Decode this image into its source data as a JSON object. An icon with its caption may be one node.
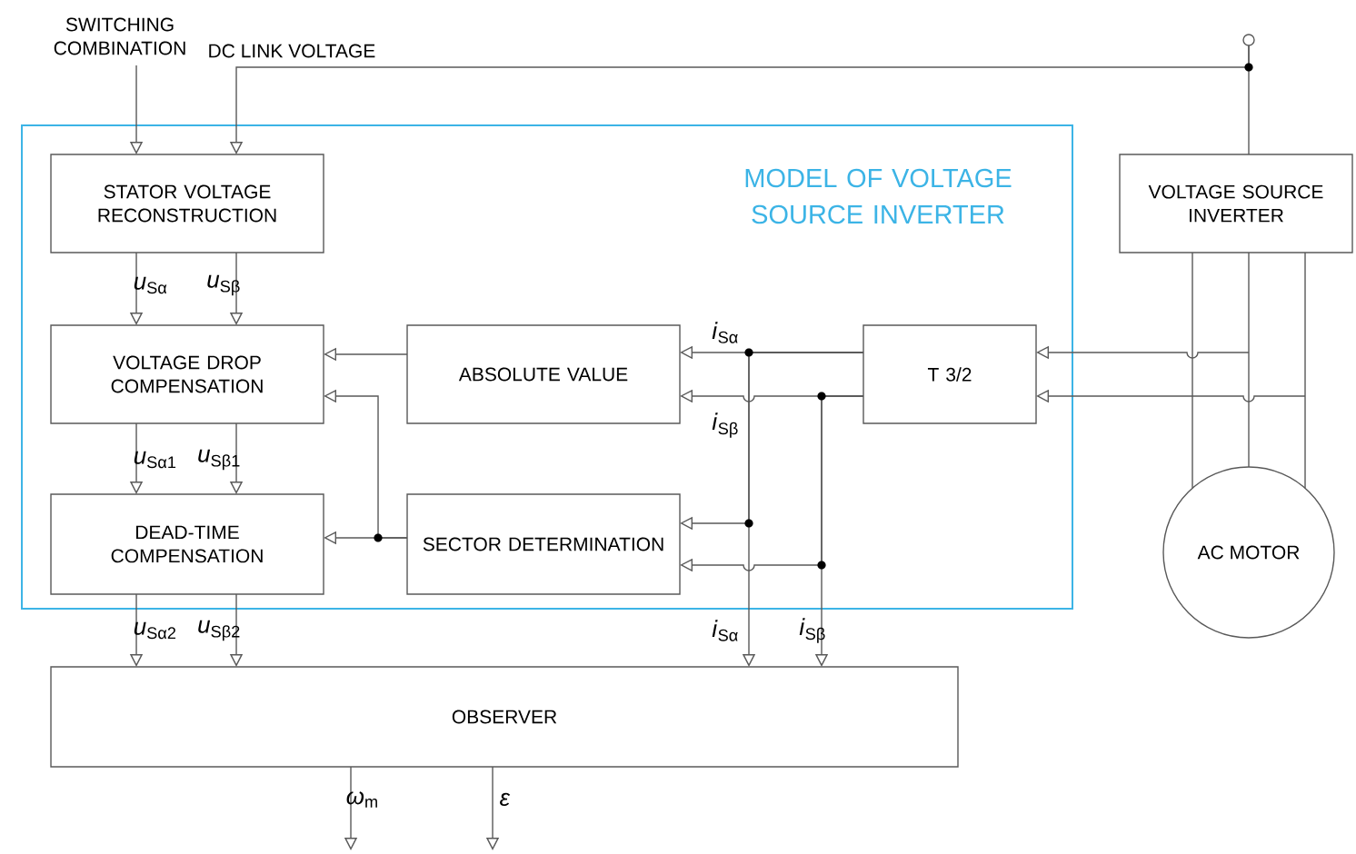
{
  "diagram": {
    "nodes": [
      {
        "text": [
          "MODEL OF VOLTAGE SOURCE INVERTER"
        ]
      },
      {
        "text": [
          "STATOR VOLTAGE RECONSTRUCTION"
        ],
        "in": 0
      },
      {
        "text": [
          "VOLTAGE DROP COMPENSATION"
        ],
        "in": 0
      },
      {
        "text": [
          "ABSOLUTE VALUE"
        ],
        "in": 0
      },
      {
        "text": [
          "T 3/2"
        ],
        "in": 0
      },
      {
        "text": [
          "DEAD-TIME COMPENSATION"
        ],
        "in": 0
      },
      {
        "text": [
          "SECTOR DETERMINATION"
        ],
        "in": 0
      },
      {
        "text": [
          "VOLTAGE SOURCE INVERTER"
        ]
      },
      {
        "text": [
          "AC MOTOR"
        ]
      },
      {
        "text": [
          "OBSERVER"
        ]
      },
      {
        "text": [
          "SWITCHING COMBINATION"
        ]
      },
      {
        "text": [],
        "shape": "circle"
      }
    ],
    "edges": [
      {
        "from": 10,
        "to": 1,
        "arrow": "to"
      },
      {
        "from": 11,
        "to": 1,
        "arrow": "to",
        "label": "DC LINK VOLTAGE"
      },
      {
        "from": 11,
        "to": 7,
        "arrow": "none"
      },
      {
        "from": 1,
        "to": 2,
        "arrow": "to",
        "label": "*u*$_{Sα}$"
      },
      {
        "from": 1,
        "to": 2,
        "arrow": "to",
        "label": "*u*$_{Sβ}$"
      },
      {
        "from": 3,
        "to": 2,
        "arrow": "to"
      },
      {
        "from": 6,
        "to": 2,
        "arrow": "to"
      },
      {
        "from": 2,
        "to": 5,
        "arrow": "to",
        "label": "*u*$_{Sα1}$"
      },
      {
        "from": 2,
        "to": 5,
        "arrow": "to",
        "label": "*u*$_{Sβ1}$"
      },
      {
        "from": 6,
        "to": 5,
        "arrow": "to"
      },
      {
        "from": 4,
        "to": 3,
        "arrow": "to",
        "label": "*i*$_{Sα}$"
      },
      {
        "from": 4,
        "to": 3,
        "arrow": "to",
        "label": "*i*$_{Sβ}$"
      },
      {
        "from": 4,
        "to": 6,
        "arrow": "to"
      },
      {
        "from": 4,
        "to": 6,
        "arrow": "to"
      },
      {
        "from": 5,
        "to": 9,
        "arrow": "to",
        "label": "*u*$_{Sα2}$"
      },
      {
        "from": 5,
        "to": 9,
        "arrow": "to",
        "label": "*u*$_{Sβ2}$"
      },
      {
        "from": 4,
        "to": 9,
        "arrow": "to",
        "label": "*i*$_{Sα}$"
      },
      {
        "from": 4,
        "to": 9,
        "arrow": "to",
        "label": "*i*$_{Sβ}$"
      },
      {
        "from": null,
        "to": 4,
        "arrow": "to"
      },
      {
        "from": null,
        "to": 4,
        "arrow": "to"
      },
      {
        "from": 7,
        "to": 8,
        "arrow": "none"
      },
      {
        "from": 7,
        "to": 8,
        "arrow": "none"
      },
      {
        "from": 7,
        "to": 8,
        "arrow": "none"
      },
      {
        "from": 9,
        "to": null,
        "arrow": "to",
        "label": "*ω*$_{m}$"
      },
      {
        "from": 9,
        "to": null,
        "arrow": "to",
        "label": "*ε*"
      }
    ]
  }
}
